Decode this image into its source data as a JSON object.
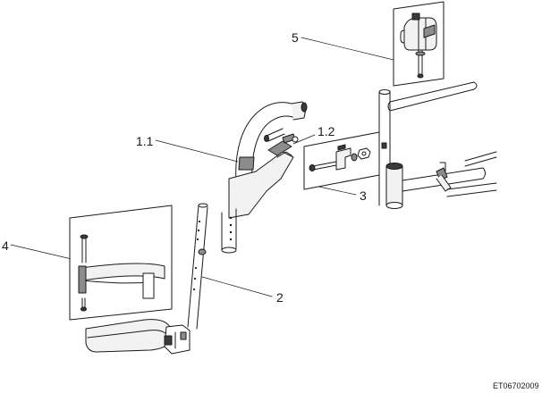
{
  "diagram": {
    "callouts": {
      "c1_1": "1.1",
      "c1_2": "1.2",
      "c2": "2",
      "c3": "3",
      "c4": "4",
      "c5": "5"
    },
    "drawing_code": "ET06702009",
    "colors": {
      "line": "#1a1a1a",
      "panel": "#ffffff",
      "part_fill": "#f2f2f2",
      "shade": "#8c8c8c",
      "dark": "#3a3a3a"
    }
  }
}
